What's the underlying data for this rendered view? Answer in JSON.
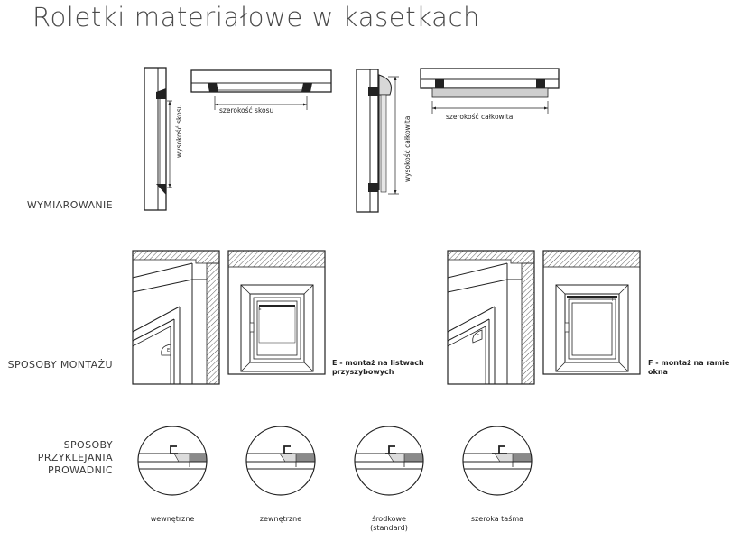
{
  "title": "Roletki materiałowe w kasetkach",
  "sections": {
    "dimensioning": "WYMIAROWANIE",
    "mounting": "SPOSOBY MONTAŻU",
    "rail_adhesion": [
      "SPOSOBY",
      "PRZYKLEJANIA",
      "PROWADNIC"
    ]
  },
  "dimensions": {
    "glass_height": "wysokość skosu",
    "glass_width": "szerokość skosu",
    "total_height": "wysokość całkowita",
    "total_width": "szerokość całkowita"
  },
  "mounting": {
    "option_e": {
      "marker": "E",
      "caption": [
        "E - montaż na listwach",
        "przyszybowych"
      ]
    },
    "option_f": {
      "marker": "F",
      "caption": [
        "F - montaż na ramie",
        "okna"
      ]
    }
  },
  "rail_options": [
    {
      "label": [
        "wewnętrzne"
      ]
    },
    {
      "label": [
        "zewnętrzne"
      ]
    },
    {
      "label": [
        "środkowe",
        "(standard)"
      ]
    },
    {
      "label": [
        "szeroka taśma"
      ]
    }
  ]
}
